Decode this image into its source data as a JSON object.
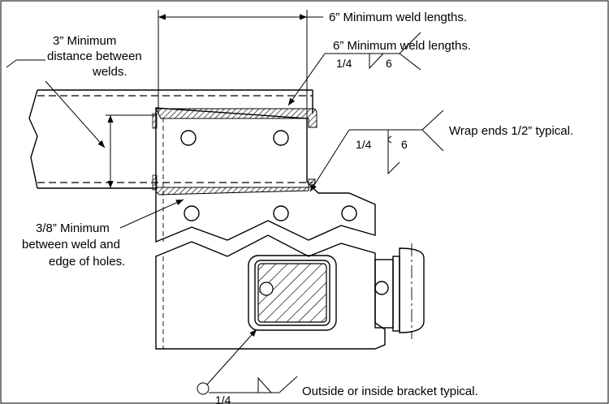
{
  "callouts": {
    "top_dimension": "6” Minimum weld lengths.",
    "top_weld_note": "6” Minimum weld lengths.",
    "spacing_line1": "3” Minimum",
    "spacing_line2": "distance between",
    "spacing_line3": "welds.",
    "hole_line1": "3/8” Minimum",
    "hole_line2": "between weld and",
    "hole_line3": "edge of holes.",
    "wrap_note": "Wrap ends 1/2” typical.",
    "bracket_note": "Outside or inside bracket typical."
  },
  "weld_symbols": {
    "top": {
      "size": "1/4",
      "length": "6"
    },
    "right": {
      "size": "1/4",
      "length": "6"
    },
    "bottom": {
      "size": "1/4"
    }
  },
  "colors": {
    "line": "#000000",
    "background": "#ffffff"
  }
}
